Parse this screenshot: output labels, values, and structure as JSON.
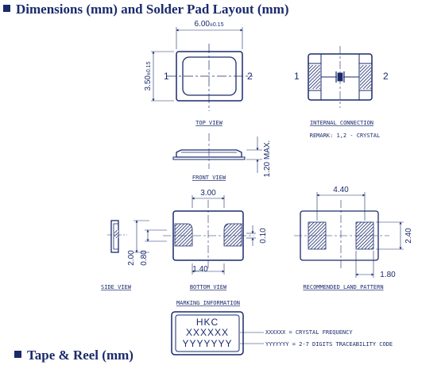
{
  "headings": {
    "dimensions": "Dimensions (mm) and Solder Pad Layout (mm)",
    "tape_reel": "Tape & Reel (mm)"
  },
  "top_view": {
    "label": "TOP VIEW",
    "width": "6.00",
    "width_tol": "±0.15",
    "height": "3.50",
    "height_tol": "±0.15",
    "pin1": "1",
    "pin2": "2"
  },
  "internal_connection": {
    "label": "INTERNAL CONNECTION",
    "remark": "REMARK: 1,2 - CRYSTAL",
    "pin1": "1",
    "pin2": "2"
  },
  "front_view": {
    "label": "FRONT VIEW",
    "height": "1.20 MAX."
  },
  "side_view": {
    "label": "SIDE VIEW",
    "dim_a": "2.00",
    "dim_b": "0.80"
  },
  "bottom_view": {
    "label": "BOTTOM VIEW",
    "top_dim": "3.00",
    "bottom_dim": "1.40",
    "right_dim": "0.10"
  },
  "land_pattern": {
    "label": "RECOMMENDED LAND PATTERN",
    "top_dim": "4.40",
    "right_dim": "2.40",
    "bottom_dim": "1.80"
  },
  "marking": {
    "label": "MARKING INFORMATION",
    "line1": "HKC",
    "line2": "XXXXXX",
    "line3": "YYYYYYY",
    "note1": "XXXXXX = CRYSTAL FREQUENCY",
    "note2": "YYYYYYY = 2-7 DIGITS TRACEABILITY CODE"
  },
  "colors": {
    "ink": "#1a2a6c",
    "hatch": "#1a2a6c"
  }
}
